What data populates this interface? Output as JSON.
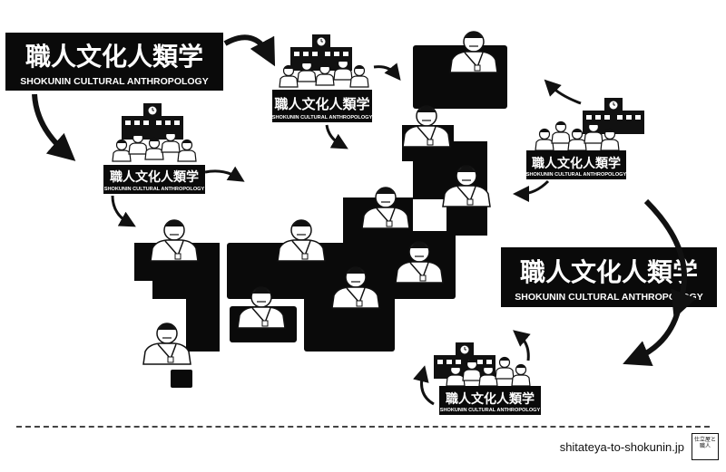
{
  "banners": {
    "title_jp": "職人文化人類学",
    "title_en": "SHOKUNIN CULTURAL ANTHROPOLOGY"
  },
  "footer": {
    "url": "shitateya-to-shokunin.jp",
    "logo_text": "仕立屋と職人"
  },
  "colors": {
    "ink": "#0a0a0a",
    "paper": "#ffffff"
  },
  "icons": [
    "person-icon",
    "school-building-icon",
    "curved-arrow-icon"
  ]
}
